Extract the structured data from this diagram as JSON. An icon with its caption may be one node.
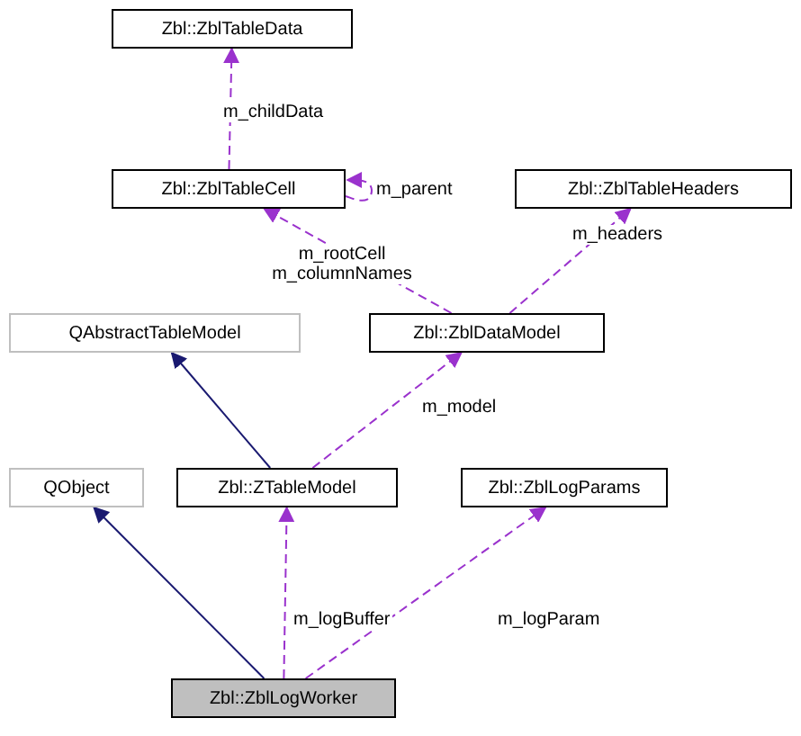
{
  "diagram": {
    "nodes": [
      {
        "text": [
          "Zbl::ZblTableData"
        ]
      },
      {
        "text": [
          "Zbl::ZblTableCell"
        ]
      },
      {
        "text": [
          "Zbl::ZblTableHeaders"
        ]
      },
      {
        "text": [
          "QAbstractTableModel"
        ]
      },
      {
        "text": [
          "Zbl::ZblDataModel"
        ]
      },
      {
        "text": [
          "QObject"
        ]
      },
      {
        "text": [
          "Zbl::ZTableModel"
        ]
      },
      {
        "text": [
          "Zbl::ZblLogParams"
        ]
      },
      {
        "text": [
          "Zbl::ZblLogWorker"
        ]
      }
    ],
    "edges": [
      {
        "from": 1,
        "to": 0,
        "arrow": "to",
        "label": "m_childData",
        "style": "dashed"
      },
      {
        "from": 1,
        "to": 1,
        "arrow": "to",
        "label": "m_parent",
        "style": "dashed"
      },
      {
        "from": 4,
        "to": 1,
        "arrow": "to",
        "label": "m_rootCell m_columnNames",
        "style": "dashed"
      },
      {
        "from": 4,
        "to": 2,
        "arrow": "to",
        "label": "m_headers",
        "style": "dashed"
      },
      {
        "from": 6,
        "to": 3,
        "arrow": "to",
        "color": "#191970"
      },
      {
        "from": 6,
        "to": 4,
        "arrow": "to",
        "label": "m_model",
        "style": "dashed"
      },
      {
        "from": 8,
        "to": 5,
        "arrow": "to",
        "color": "#191970"
      },
      {
        "from": 8,
        "to": 6,
        "arrow": "to",
        "label": "m_logBuffer",
        "style": "dashed"
      },
      {
        "from": 8,
        "to": 7,
        "arrow": "to",
        "label": "m_logParam",
        "style": "dashed"
      }
    ]
  }
}
